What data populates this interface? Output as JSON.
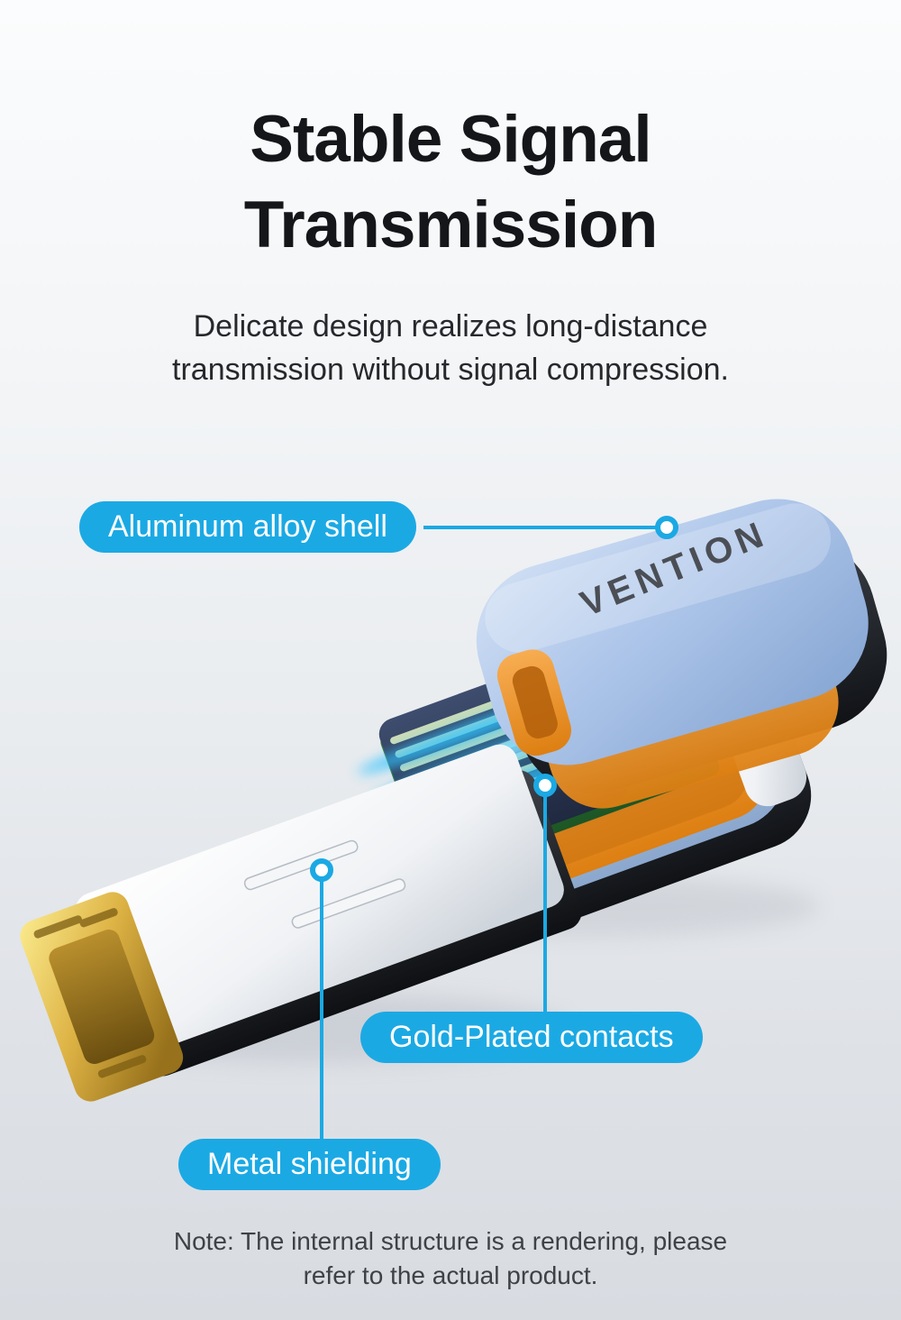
{
  "header": {
    "title_line1": "Stable Signal",
    "title_line2": "Transmission",
    "subtitle_line1": "Delicate design realizes long-distance",
    "subtitle_line2": "transmission without signal compression."
  },
  "callouts": [
    {
      "label": "Aluminum alloy shell"
    },
    {
      "label": "Gold-Plated contacts"
    },
    {
      "label": "Metal shielding"
    }
  ],
  "product": {
    "brand": "VENTION",
    "colors": {
      "accent": "#1ba9e4",
      "shell_blue": "#a9c3e7",
      "cushion_orange": "#ef9733",
      "pcb_green": "#2c7733",
      "contact_gold": "#e3bd4e",
      "glow_blue": "#2ec2ff",
      "metal_silver": "#f2f4f7"
    }
  },
  "note": {
    "line1": "Note: The internal structure is a rendering, please",
    "line2": "refer to the actual product."
  }
}
